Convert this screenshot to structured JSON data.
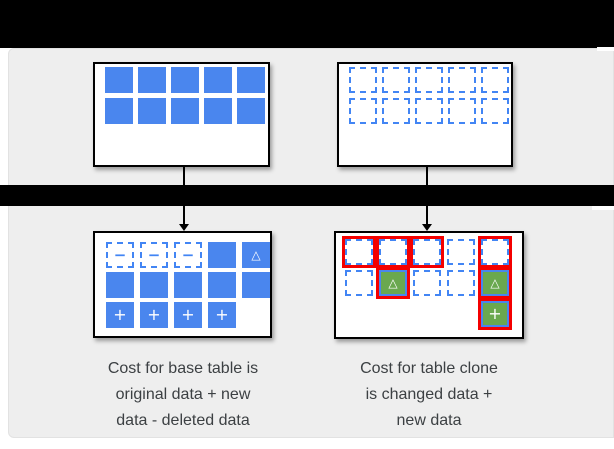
{
  "diagram": {
    "colors": {
      "blue": "#4a86ee",
      "dashed_blue": "#4285f4",
      "green": "#6aa84f",
      "red": "#f40000",
      "panel_bg": "#eeeeee",
      "bar_black": "#000000",
      "text": "#3c4043"
    },
    "glyphs": {
      "minus": "−",
      "plus": "+",
      "triangle": "△"
    },
    "boxes": {
      "base_before": {
        "cells": [
          [
            "solid",
            "solid",
            "solid",
            "solid",
            "solid"
          ],
          [
            "solid",
            "solid",
            "solid",
            "solid",
            "solid"
          ]
        ]
      },
      "clone_before": {
        "cells": [
          [
            "dashed",
            "dashed",
            "dashed",
            "dashed",
            "dashed"
          ],
          [
            "dashed",
            "dashed",
            "dashed",
            "dashed",
            "dashed"
          ]
        ]
      },
      "base_after": {
        "cells": [
          [
            "dashed minus",
            "dashed minus",
            "dashed minus",
            "solid",
            "solid triangle"
          ],
          [
            "solid",
            "solid",
            "solid",
            "solid",
            "solid"
          ],
          [
            "solid plus",
            "solid plus",
            "solid plus",
            "solid plus",
            "empty"
          ]
        ]
      },
      "clone_after": {
        "cells": [
          [
            "dashed red",
            "dashed red",
            "dashed red",
            "dashed",
            "dashed red"
          ],
          [
            "dashed",
            "green triangle red",
            "dashed",
            "dashed",
            "green triangle red"
          ],
          [
            "empty",
            "empty",
            "empty",
            "empty",
            "green plus red"
          ]
        ]
      }
    },
    "captions": {
      "base_lines": [
        "Cost for base table is",
        "original data + new",
        "data - deleted data"
      ],
      "clone_lines": [
        "Cost for table clone",
        "is changed data +",
        "new data"
      ]
    }
  }
}
